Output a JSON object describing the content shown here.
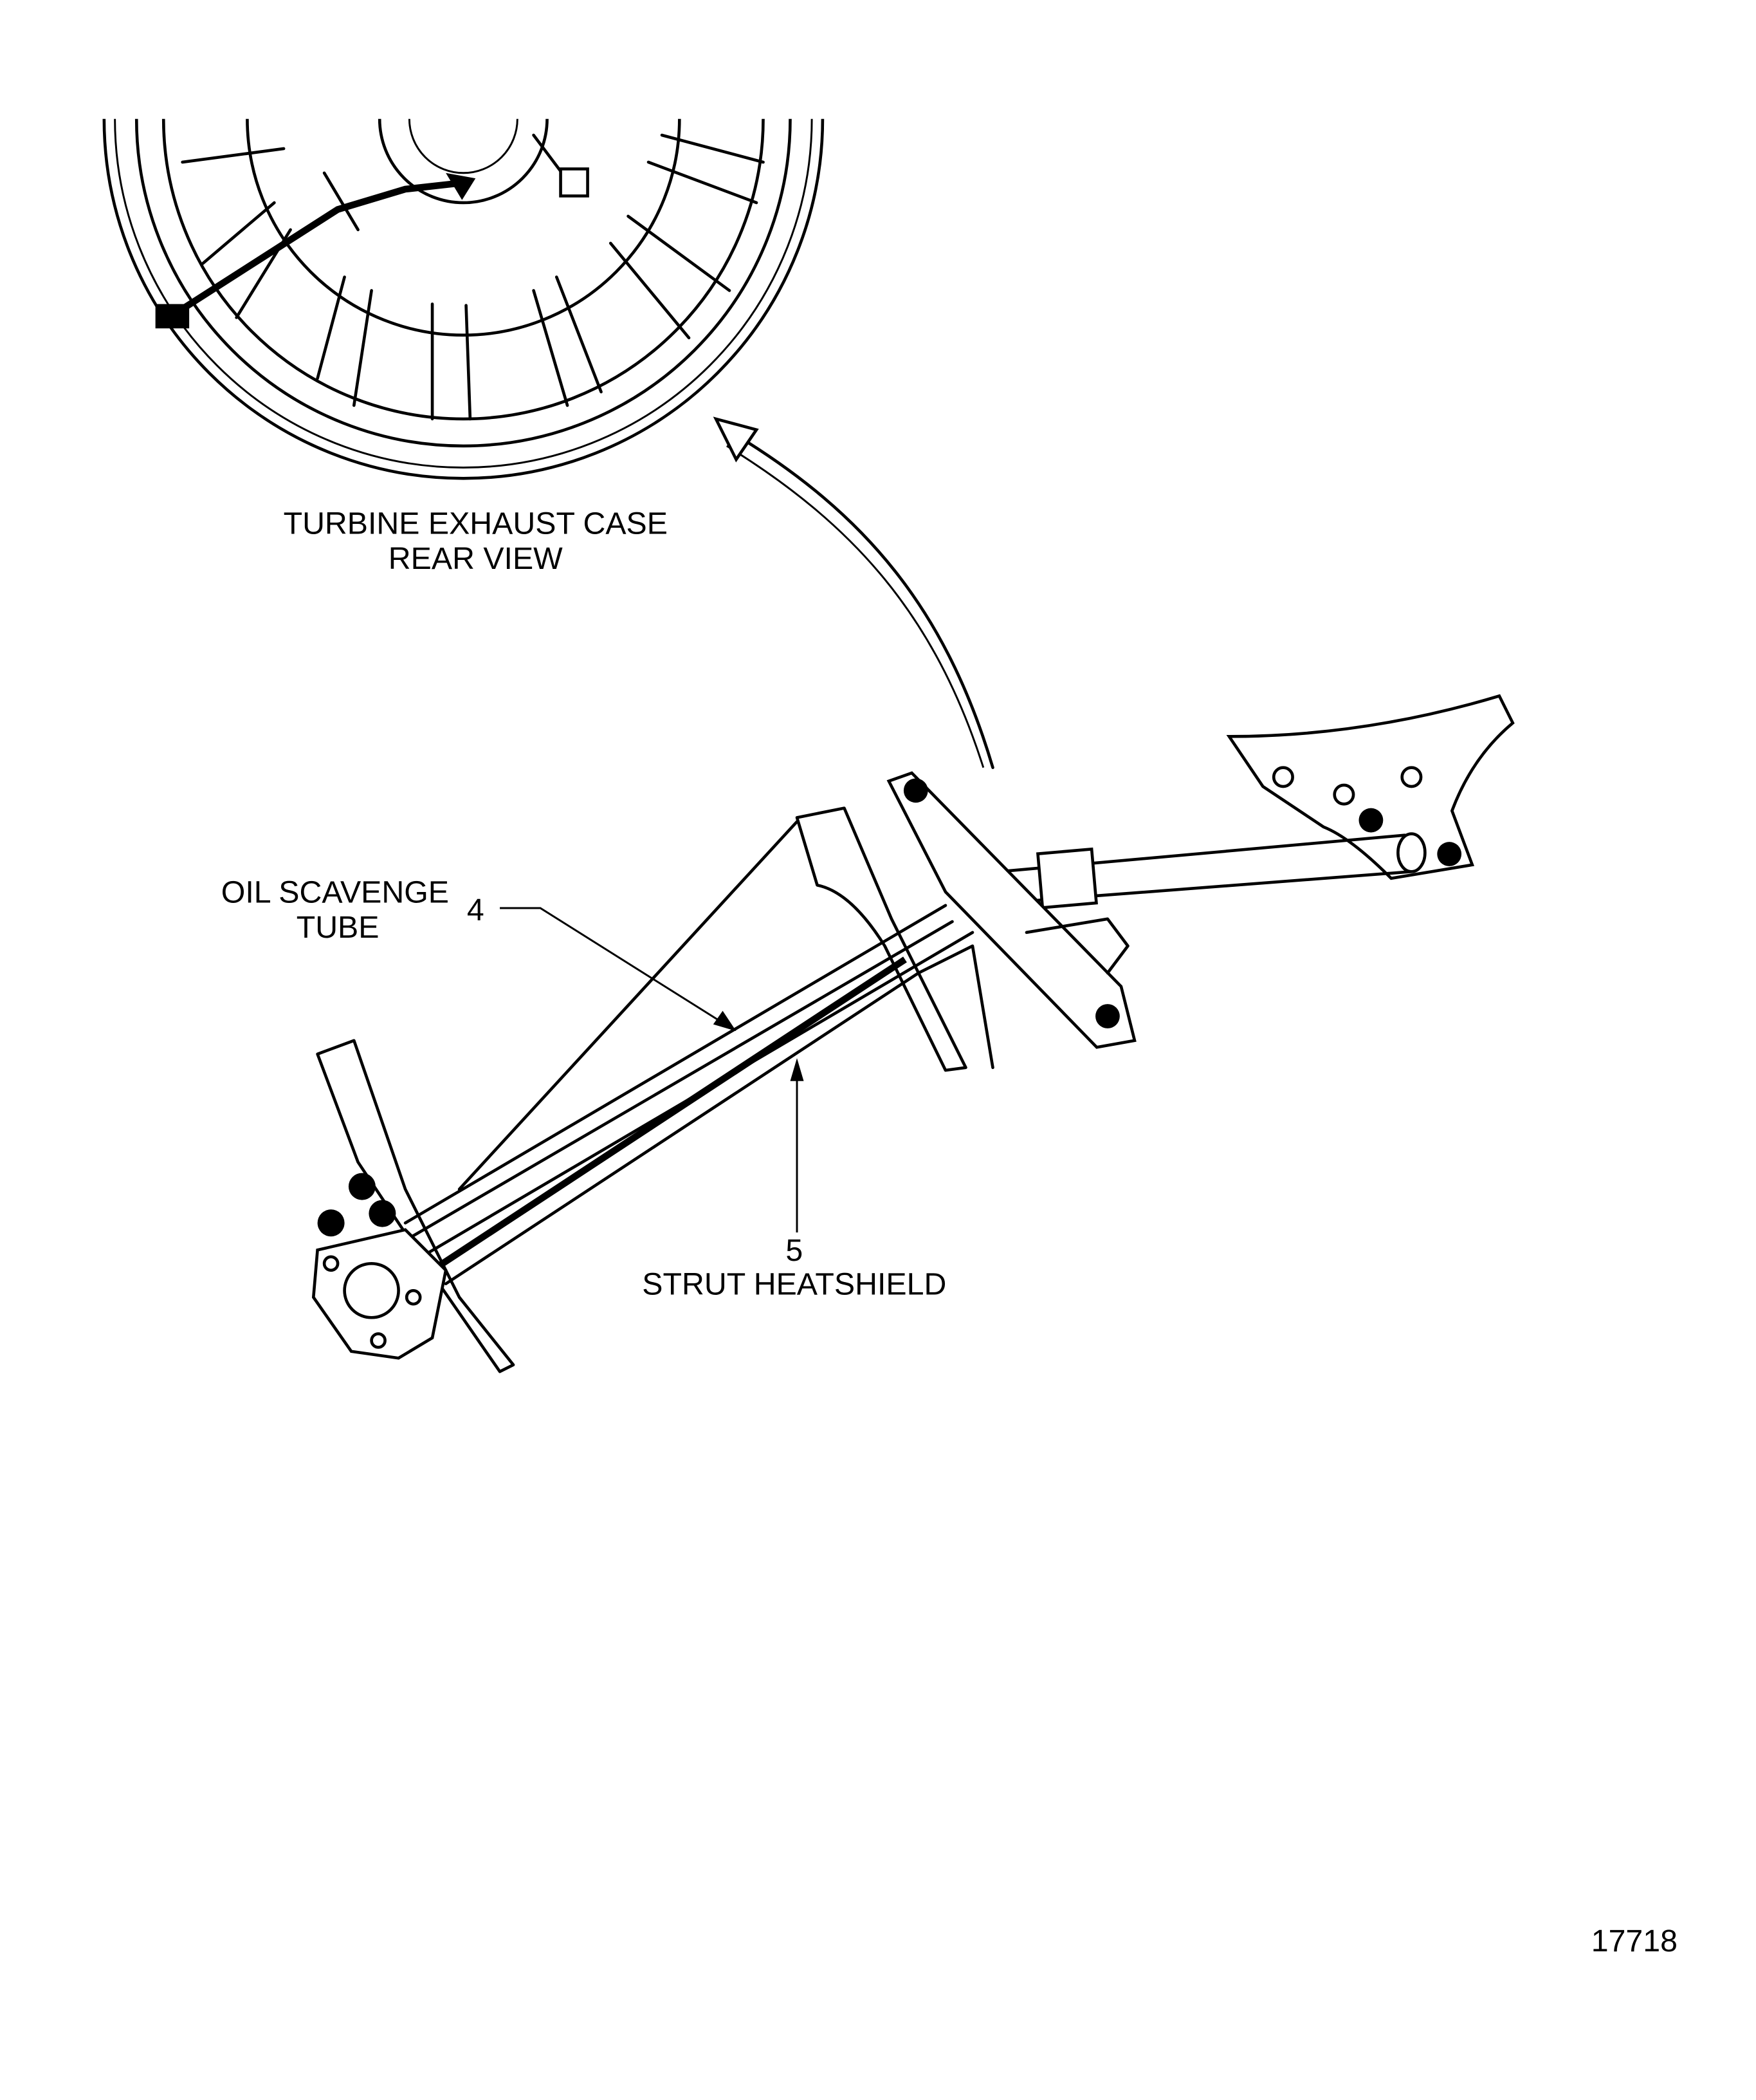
{
  "figure": {
    "inset_caption_line1": "TURBINE EXHAUST CASE",
    "inset_caption_line2": "REAR VIEW",
    "callouts": [
      {
        "number": "4",
        "label_line1": "OIL SCAVENGE",
        "label_line2": "TUBE"
      },
      {
        "number": "5",
        "label_line1": "STRUT HEATSHIELD"
      }
    ],
    "figure_number": "17718"
  }
}
